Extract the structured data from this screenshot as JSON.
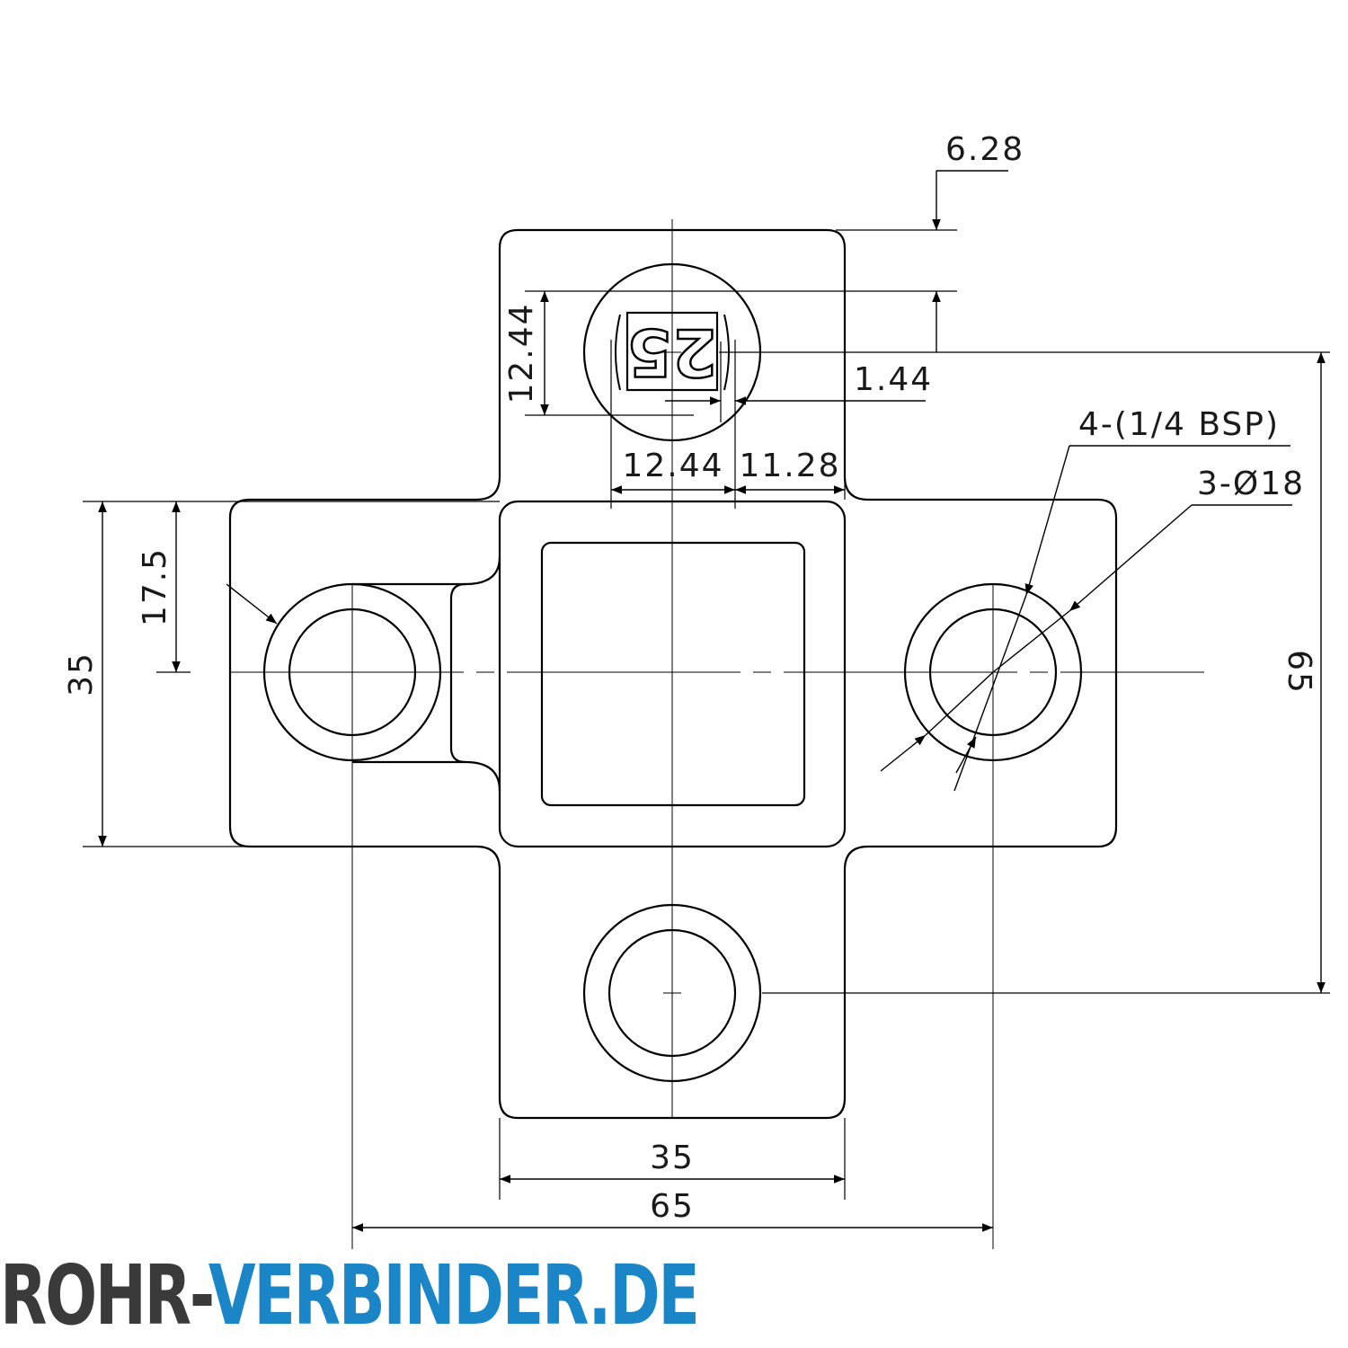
{
  "dimensions": {
    "d_628": "6.28",
    "d_1244_v": "12.44",
    "d_144": "1.44",
    "d_1244_h": "12.44",
    "d_1128": "11.28",
    "d_bsp": "4-(1/4 BSP)",
    "d_dia18": "3-Ø18",
    "d_35_left": "35",
    "d_175": "17.5",
    "d_65_right": "65",
    "d_35_bottom": "35",
    "d_65_bottom": "65"
  },
  "stamp": {
    "number": "25"
  },
  "logo": {
    "part1": "ROHR-",
    "part2": "VERBINDER.DE"
  },
  "colors": {
    "line": "#000000",
    "logo_gray": "#3a3a3a",
    "logo_blue": "#1a86c8"
  }
}
